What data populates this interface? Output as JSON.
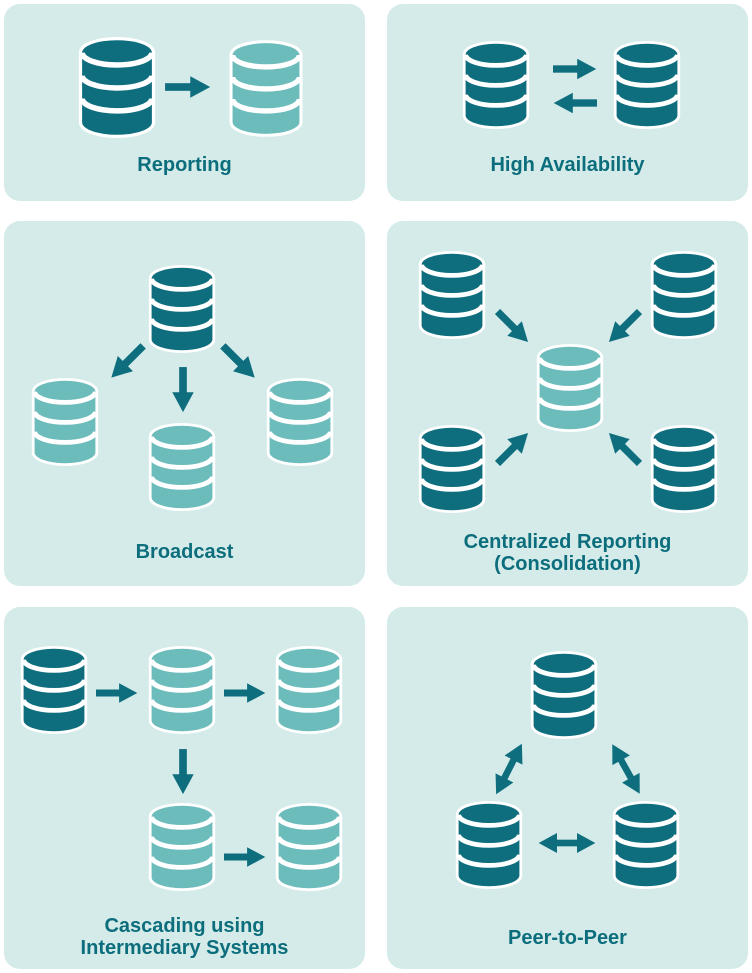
{
  "colors": {
    "page_bg": "#ffffff",
    "panel_bg": "#d4ebea",
    "db_dark": "#0e6e7e",
    "db_light": "#6dbcbc",
    "db_outline": "#ffffff",
    "arrow": "#0e6e7e",
    "label_text": "#0c6e7c"
  },
  "icons": {
    "database": "database-icon",
    "single_arrow": "arrow-icon",
    "double_arrow": "double-arrow-icon"
  },
  "panels": [
    {
      "id": "reporting",
      "label_lines": [
        "Reporting"
      ]
    },
    {
      "id": "high-availability",
      "label_lines": [
        "High Availability"
      ]
    },
    {
      "id": "broadcast",
      "label_lines": [
        "Broadcast"
      ]
    },
    {
      "id": "centralized-reporting",
      "label_lines": [
        "Centralized Reporting",
        "(Consolidation)"
      ]
    },
    {
      "id": "cascading",
      "label_lines": [
        "Cascading using",
        "Intermediary Systems"
      ]
    },
    {
      "id": "peer-to-peer",
      "label_lines": [
        "Peer-to-Peer"
      ]
    }
  ]
}
